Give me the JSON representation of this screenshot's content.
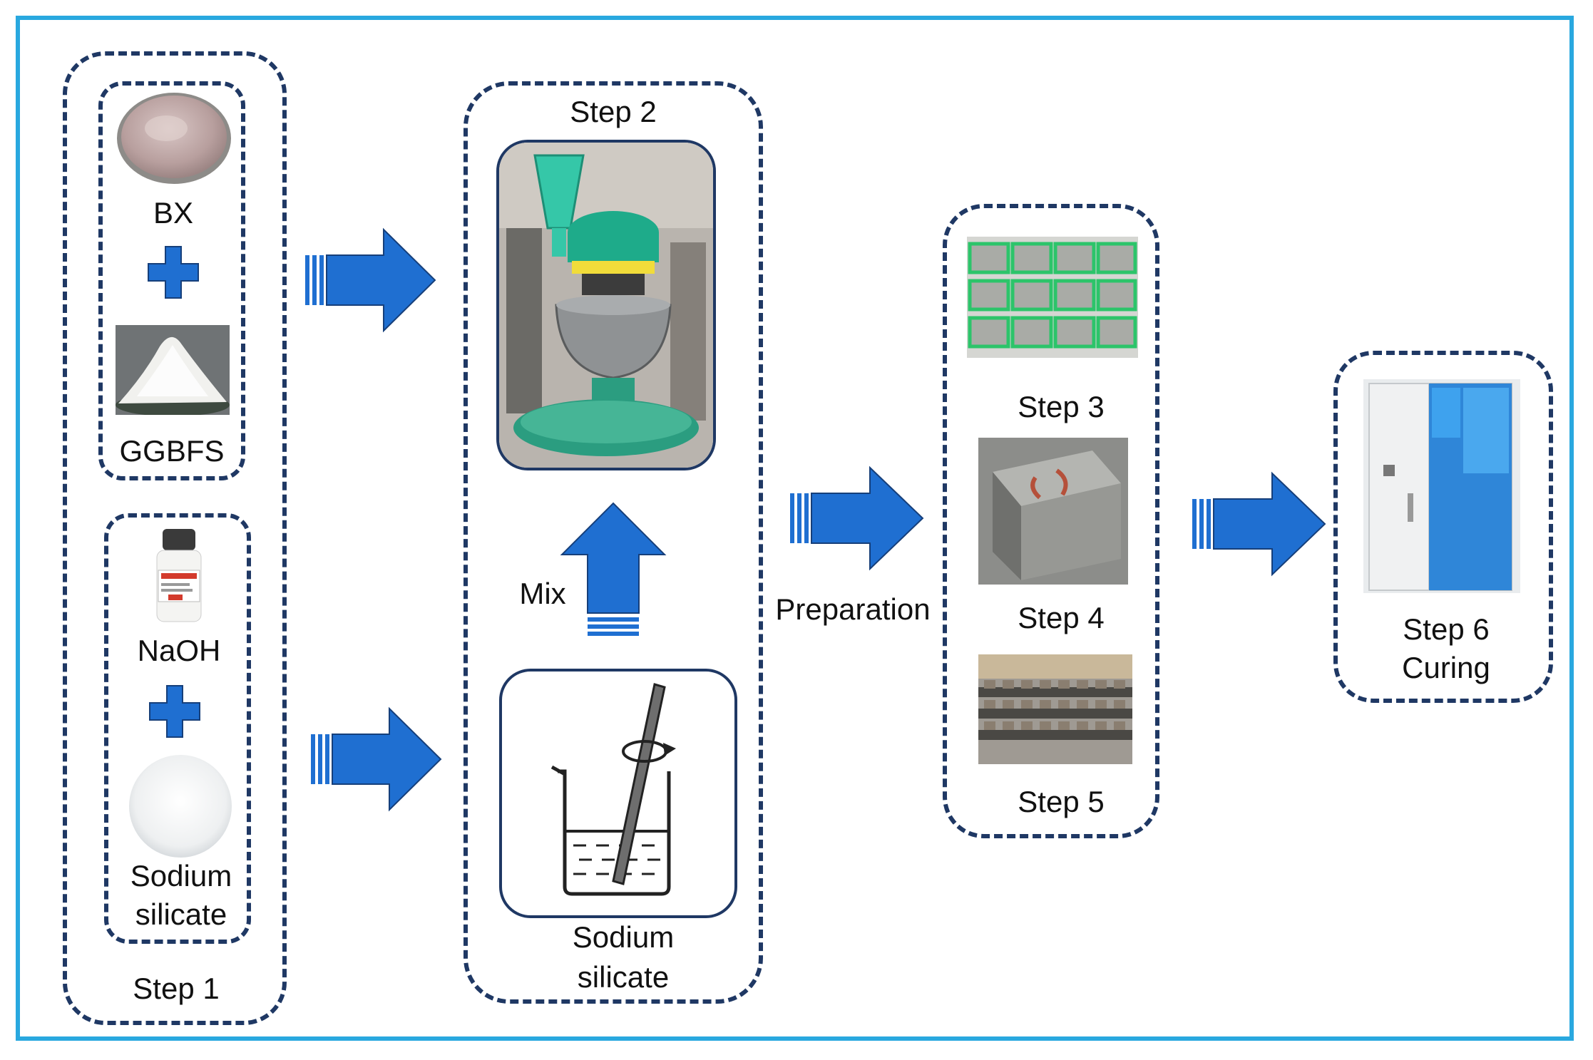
{
  "labels": {
    "bx": "BX",
    "ggbfs": "GGBFS",
    "naoh": "NaOH",
    "sodium_silicate_1_line1": "Sodium",
    "sodium_silicate_1_line2": "silicate",
    "step1": "Step 1",
    "step2": "Step 2",
    "mix": "Mix",
    "sodium_silicate_2_line1": "Sodium",
    "sodium_silicate_2_line2": "silicate",
    "preparation": "Preparation",
    "step3": "Step 3",
    "step4": "Step 4",
    "step5": "Step 5",
    "step6": "Step 6",
    "curing": "Curing"
  },
  "colors": {
    "frame": "#29a8df",
    "dashed_box": "#1f3864",
    "arrow": "#1f6fd1",
    "plus": "#1f6fd1"
  },
  "icons": [
    "bx-powder-photo",
    "ggbfs-powder-photo",
    "naoh-bottle-photo",
    "sodium-silicate-powder-photo",
    "mixer-photo",
    "beaker-stirring-icon",
    "mold-specimens-photo",
    "specimen-block-photo",
    "specimen-rack-photo",
    "curing-chamber-photo",
    "plus-icon",
    "right-arrow-icon",
    "up-arrow-icon"
  ]
}
